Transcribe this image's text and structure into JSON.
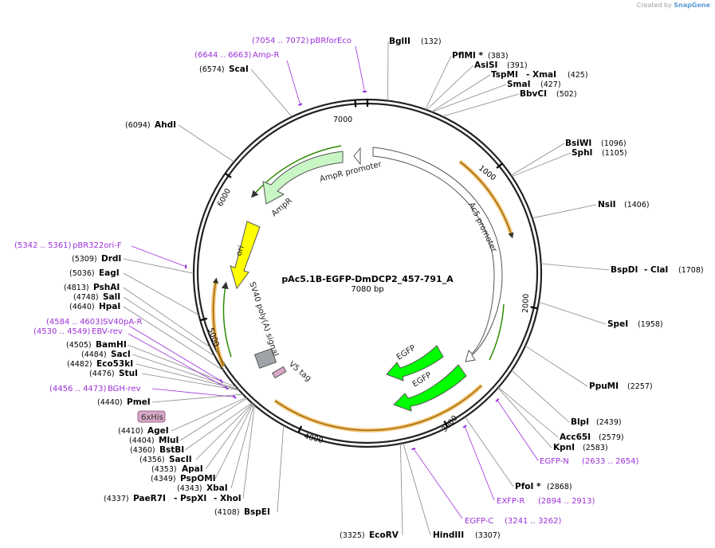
{
  "credit": {
    "prefix": "Created by",
    "brand": "SnapGene"
  },
  "plasmid": {
    "name": "pAc5.1B-EGFP-DmDCP2_457-791_A",
    "length_label": "7080 bp",
    "length": 7080
  },
  "ticks": [
    "1000",
    "2000",
    "3000",
    "4000",
    "5000",
    "6000",
    "7000"
  ],
  "features": [
    {
      "label": "AmpR promoter",
      "color": "#ffffff"
    },
    {
      "label": "AmpR",
      "color": "#c8f7c5"
    },
    {
      "label": "ori",
      "color": "#ffff00"
    },
    {
      "label": "SV40 poly(A) signal",
      "color": "#ffffff"
    },
    {
      "label": "V5 tag",
      "color": "#d7a7c6"
    },
    {
      "label": "Ac5 promoter",
      "color": "#ffffff"
    },
    {
      "label": "EGFP",
      "color": "#00ff00"
    },
    {
      "label": "EGFP",
      "color": "#00ff00"
    }
  ],
  "sites": [
    {
      "name": "BglII",
      "pos": "(132)"
    },
    {
      "name": "PflMI *",
      "pos": "(383)"
    },
    {
      "name": "AsiSI",
      "pos": "(391)"
    },
    {
      "name": "TspMI",
      "pos": ""
    },
    {
      "name": "- XmaI",
      "pos": "(425)"
    },
    {
      "name": "SmaI",
      "pos": "(427)"
    },
    {
      "name": "BbvCI",
      "pos": "(502)"
    },
    {
      "name": "BsiWI",
      "pos": "(1096)"
    },
    {
      "name": "SphI",
      "pos": "(1105)"
    },
    {
      "name": "NsiI",
      "pos": "(1406)"
    },
    {
      "name": "BspDI",
      "pos": ""
    },
    {
      "name": "- ClaI",
      "pos": "(1708)"
    },
    {
      "name": "SpeI",
      "pos": "(1958)"
    },
    {
      "name": "PpuMI",
      "pos": "(2257)"
    },
    {
      "name": "BlpI",
      "pos": "(2439)"
    },
    {
      "name": "Acc65I",
      "pos": "(2579)"
    },
    {
      "name": "KpnI",
      "pos": "(2583)"
    },
    {
      "name": "PfoI *",
      "pos": "(2868)"
    },
    {
      "name": "HindIII",
      "pos": "(3307)"
    },
    {
      "name": "EcoRV",
      "pos": "(3325)"
    },
    {
      "name": "BspEI",
      "pos": "(4108)"
    },
    {
      "name": "PaeR7I",
      "pos": "(4337)"
    },
    {
      "name": "- PspXI",
      "pos": ""
    },
    {
      "name": "- XhoI",
      "pos": ""
    },
    {
      "name": "XbaI",
      "pos": "(4343)"
    },
    {
      "name": "PspOMI",
      "pos": "(4349)"
    },
    {
      "name": "ApaI",
      "pos": "(4353)"
    },
    {
      "name": "SacII",
      "pos": "(4356)"
    },
    {
      "name": "BstBI",
      "pos": "(4360)"
    },
    {
      "name": "MluI",
      "pos": "(4404)"
    },
    {
      "name": "AgeI",
      "pos": "(4410)"
    },
    {
      "name": "PmeI",
      "pos": "(4440)"
    },
    {
      "name": "StuI",
      "pos": "(4476)"
    },
    {
      "name": "Eco53kI",
      "pos": "(4482)"
    },
    {
      "name": "SacI",
      "pos": "(4484)"
    },
    {
      "name": "BamHI",
      "pos": "(4505)"
    },
    {
      "name": "HpaI",
      "pos": "(4640)"
    },
    {
      "name": "SalI",
      "pos": "(4748)"
    },
    {
      "name": "PshAI",
      "pos": "(4813)"
    },
    {
      "name": "EagI",
      "pos": "(5036)"
    },
    {
      "name": "DrdI",
      "pos": "(5309)"
    },
    {
      "name": "AhdI",
      "pos": "(6094)"
    },
    {
      "name": "ScaI",
      "pos": "(6574)"
    }
  ],
  "primers": [
    {
      "name": "pBRforEco",
      "pos": "(7054 .. 7072)"
    },
    {
      "name": "Amp-R",
      "pos": "(6644 .. 6663)"
    },
    {
      "name": "pBR322ori-F",
      "pos": "(5342 .. 5361)"
    },
    {
      "name": "SV40pA-R",
      "pos": "(4584 .. 4603)"
    },
    {
      "name": "EBV-rev",
      "pos": "(4530 .. 4549)"
    },
    {
      "name": "BGH-rev",
      "pos": "(4456 .. 4473)"
    },
    {
      "name": "EGFP-N",
      "pos": "(2633 .. 2654)"
    },
    {
      "name": "EXFP-R",
      "pos": "(2894 .. 2913)"
    },
    {
      "name": "EGFP-C",
      "pos": "(3241 .. 3262)"
    }
  ],
  "tags": [
    {
      "label": "6xHis",
      "color": "#d7a7c6"
    }
  ],
  "colors": {
    "backbone": "#222222",
    "enzyme_line": "#888888",
    "primer": "#9b30d9",
    "orange": "#f0a830"
  }
}
